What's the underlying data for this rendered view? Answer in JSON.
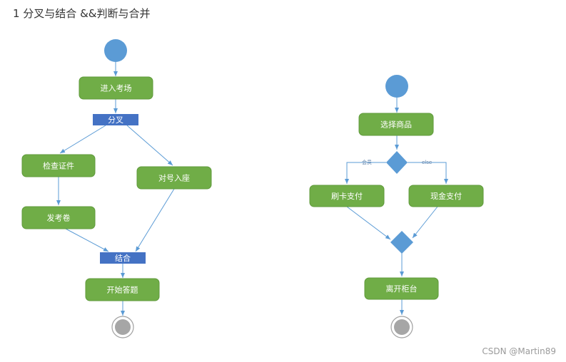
{
  "title": "1 分叉与结合 &&判断与合并",
  "watermark": "CSDN @Martin89",
  "colors": {
    "node_fill": "#70ad47",
    "bar_fill": "#4472c4",
    "start_fill": "#5b9bd5",
    "edge": "#5b9bd5",
    "end_fill": "#a6a6a6"
  },
  "fork_join_diagram": {
    "nodes": {
      "enter": "进入考场",
      "fork": "分叉",
      "check": "检查证件",
      "seat": "对号入座",
      "hand_out": "发考卷",
      "join": "结合",
      "start_answer": "开始答题"
    }
  },
  "decision_merge_diagram": {
    "nodes": {
      "select": "选择商品",
      "card": "刷卡支付",
      "cash": "现金支付",
      "leave": "离开柜台"
    },
    "guards": {
      "member": "会员",
      "else": "else"
    }
  }
}
